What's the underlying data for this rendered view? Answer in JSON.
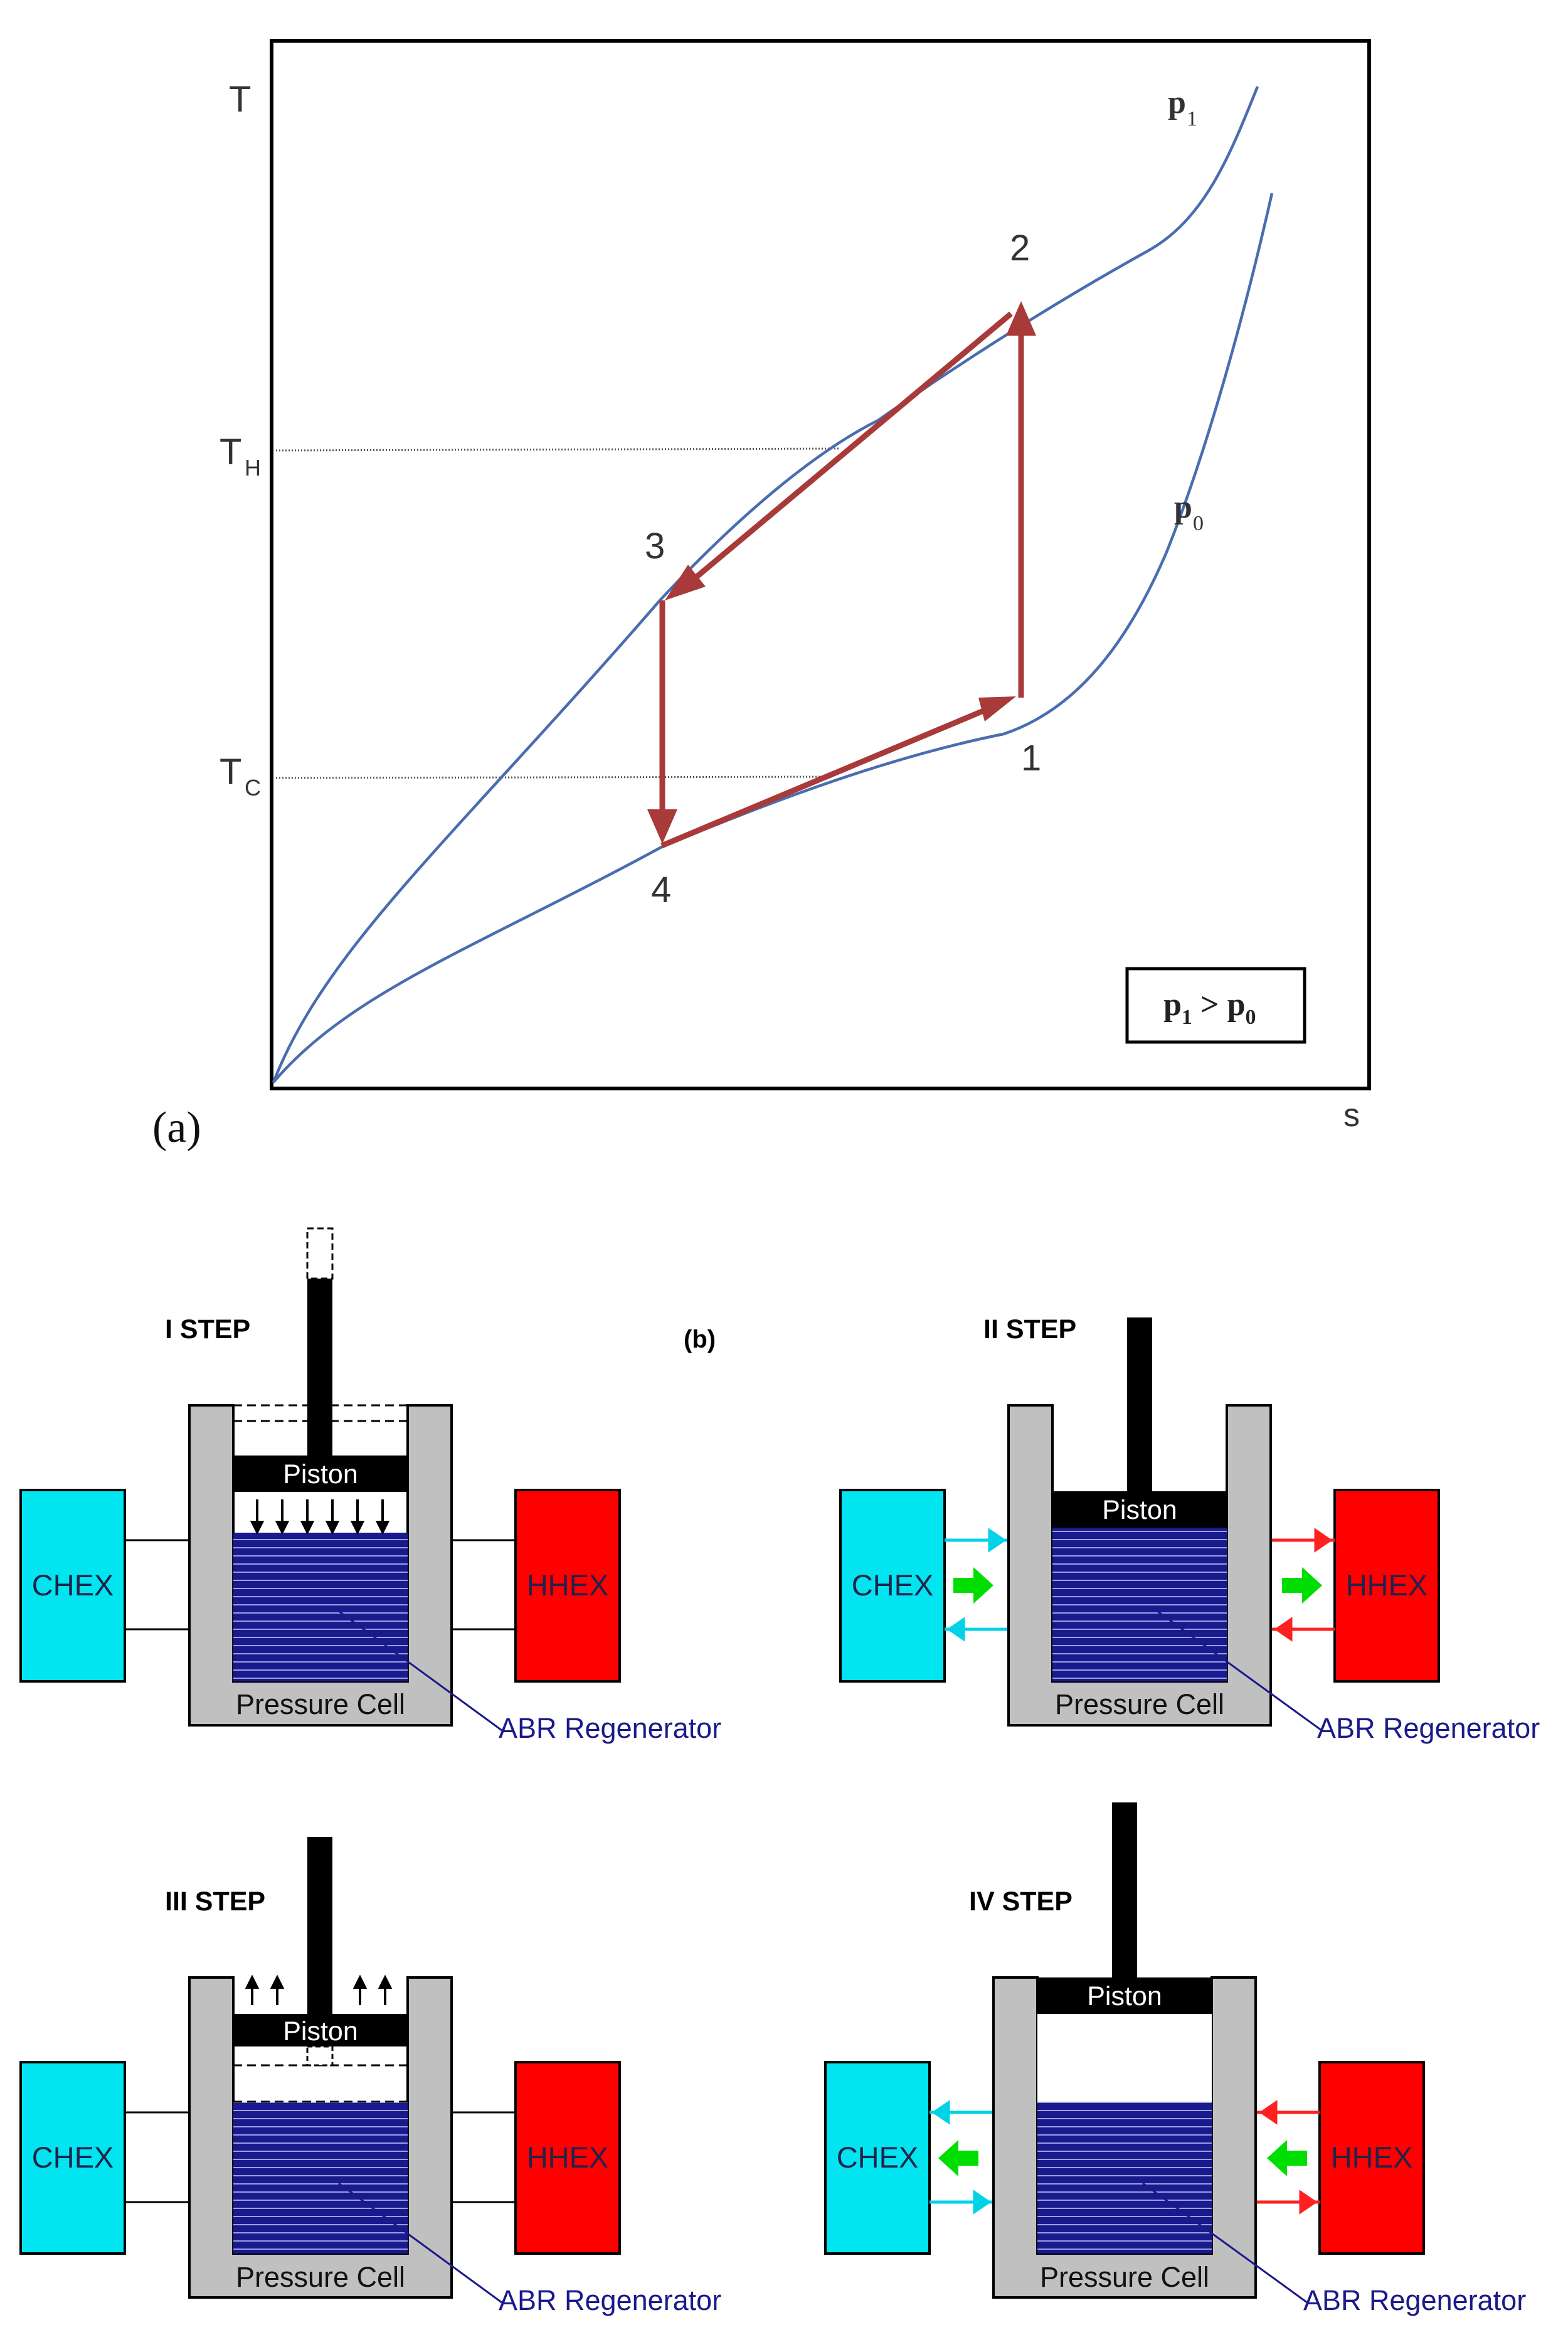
{
  "panel_a": {
    "label": "(a)",
    "axes": {
      "y_label": "T",
      "x_label": "s"
    },
    "ticks": {
      "th_main": "T",
      "th_sub": "H",
      "tc_main": "T",
      "tc_sub": "C"
    },
    "curves": {
      "p1_main": "p",
      "p1_sub": "1",
      "p0_main": "p",
      "p0_sub": "0"
    },
    "points": {
      "p1": "1",
      "p2": "2",
      "p3": "3",
      "p4": "4"
    },
    "legend": {
      "a_main": "p",
      "a_sub": "1",
      "op": " > ",
      "b_main": "p",
      "b_sub": "0"
    },
    "colors": {
      "curve": "#4a6db0",
      "cycle": "#a83a3a",
      "guide": "#555555"
    }
  },
  "panel_b": {
    "label": "(b)",
    "common": {
      "chex": "CHEX",
      "hhex": "HHEX",
      "piston": "Piston",
      "pressure_cell": "Pressure Cell",
      "abr": "ABR Regenerator"
    },
    "steps": [
      "I STEP",
      "II STEP",
      "III STEP",
      "IV STEP"
    ],
    "colors": {
      "chex": "#00e5f0",
      "hhex": "#ff0000",
      "cell": "#c0c0c0",
      "regenerator": "#1a1a8f",
      "flow_cold": "#00d2e8",
      "flow_hot": "#ff2020",
      "flow_arrow": "#00dd00"
    }
  }
}
